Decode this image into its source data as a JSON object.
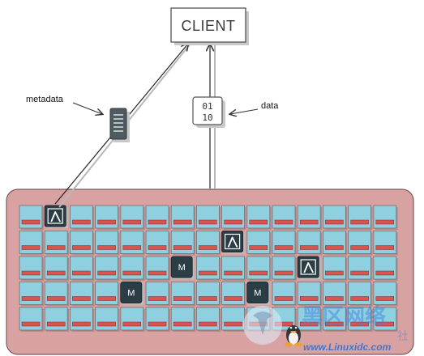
{
  "client": {
    "label": "CLIENT"
  },
  "metadata": {
    "label": "metadata"
  },
  "data_packet": {
    "line1": "01",
    "line2": "10",
    "label": "data"
  },
  "cluster": {
    "rows": 5,
    "cols": 15,
    "lambda_nodes": [
      [
        0,
        1
      ],
      [
        1,
        8
      ],
      [
        2,
        11
      ]
    ],
    "m_nodes": [
      [
        2,
        6
      ],
      [
        3,
        4
      ],
      [
        3,
        9
      ]
    ],
    "m_label": "M",
    "colors": {
      "panel": "#d9a2a2",
      "panel_border": "#7a5a5a",
      "cell_top": "#8ecfe0",
      "cell_bar": "#d9534f",
      "cell_border": "#707070",
      "dark_node": "#2c3e45"
    }
  },
  "watermark": {
    "cn_title": "黑区网络",
    "cn_sub": "社",
    "domain": "www.Linuxidc.com"
  }
}
